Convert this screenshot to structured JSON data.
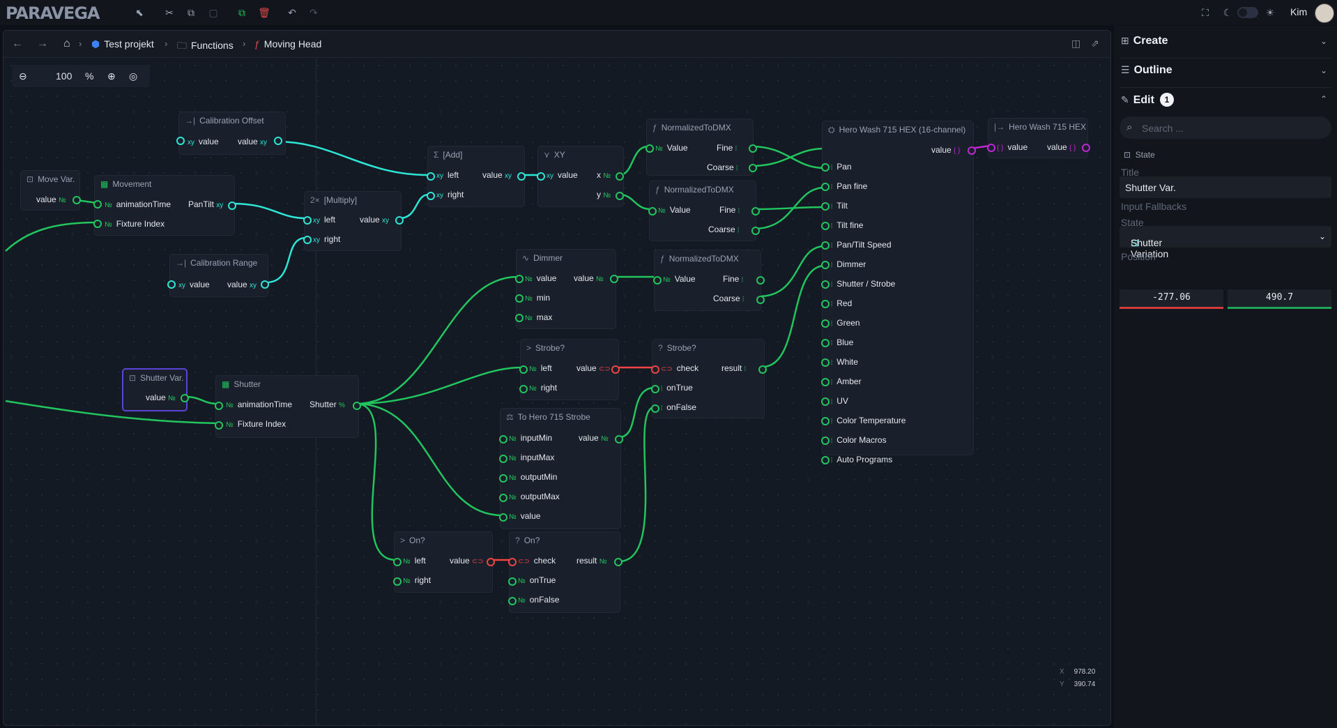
{
  "app": {
    "logo": "PARAVEGA",
    "user": "Kim"
  },
  "toolbar": {
    "select_icon": "cursor-icon",
    "cut_icon": "scissors-icon",
    "copy_icon": "copy-icon",
    "paste_icon": "paste-icon",
    "duplicate_icon": "duplicate-icon",
    "delete_icon": "trash-icon",
    "undo_icon": "undo-icon",
    "redo_icon": "redo-icon"
  },
  "breadcrumb": {
    "items": [
      "Test projekt",
      "Functions",
      "Moving Head"
    ]
  },
  "zoom": {
    "value": "100",
    "unit": "%"
  },
  "cursor": {
    "x_label": "X",
    "x": "978.20",
    "y_label": "Y",
    "y": "390.74"
  },
  "nodes": {
    "calib_offset": {
      "title": "Calibration Offset",
      "in": "value",
      "out": "value"
    },
    "move_var": {
      "title": "Move Var.",
      "out": "value"
    },
    "movement": {
      "title": "Movement",
      "in1": "animationTime",
      "in2": "Fixture Index",
      "out": "PanTilt"
    },
    "multiply": {
      "title": "[Multiply]",
      "in1": "left",
      "in2": "right",
      "out": "value"
    },
    "calib_range": {
      "title": "Calibration Range",
      "in": "value",
      "out": "value"
    },
    "add": {
      "title": "[Add]",
      "in1": "left",
      "in2": "right",
      "out": "value"
    },
    "xy": {
      "title": "XY",
      "in": "value",
      "out1": "x",
      "out2": "y"
    },
    "norm1": {
      "title": "NormalizedToDMX",
      "in": "Value",
      "out1": "Fine",
      "out2": "Coarse"
    },
    "norm2": {
      "title": "NormalizedToDMX",
      "in": "Value",
      "out1": "Fine",
      "out2": "Coarse"
    },
    "norm3": {
      "title": "NormalizedToDMX",
      "in": "Value",
      "out1": "Fine",
      "out2": "Coarse"
    },
    "dimmer": {
      "title": "Dimmer",
      "in1": "value",
      "in2": "min",
      "in3": "max",
      "out": "value"
    },
    "strobe_cmp": {
      "title": "Strobe?",
      "in1": "left",
      "in2": "right",
      "out": "value"
    },
    "strobe_sel": {
      "title": "Strobe?",
      "in1": "check",
      "in2": "onTrue",
      "in3": "onFalse",
      "out": "result"
    },
    "shutter_var": {
      "title": "Shutter Var.",
      "out": "value"
    },
    "shutter": {
      "title": "Shutter",
      "in1": "animationTime",
      "in2": "Fixture Index",
      "out": "Shutter"
    },
    "to_strobe": {
      "title": "To Hero 715 Strobe",
      "in": [
        "inputMin",
        "inputMax",
        "outputMin",
        "outputMax",
        "value"
      ],
      "out": "value"
    },
    "on_cmp": {
      "title": "On?",
      "in1": "left",
      "in2": "right",
      "out": "value"
    },
    "on_sel": {
      "title": "On?",
      "in1": "check",
      "in2": "onTrue",
      "in3": "onFalse",
      "out": "result"
    },
    "hero": {
      "title": "Hero Wash 715 HEX (16-channel)",
      "out": "value",
      "channels": [
        "Pan",
        "Pan fine",
        "Tilt",
        "Tilt fine",
        "Pan/Tilt Speed",
        "Dimmer",
        "Shutter / Strobe",
        "Red",
        "Green",
        "Blue",
        "White",
        "Amber",
        "UV",
        "Color Temperature",
        "Color Macros",
        "Auto Programs"
      ]
    },
    "hero_out": {
      "title": "Hero Wash 715 HEX",
      "in": "value",
      "out": "value"
    }
  },
  "panel": {
    "create": "Create",
    "outline": "Outline",
    "edit": "Edit",
    "edit_count": "1",
    "search_placeholder": "Search ...",
    "type": "State",
    "title_label": "Title",
    "title_value": "Shutter Var.",
    "fallbacks_label": "Input Fallbacks",
    "state_label": "State",
    "state_value": "Shutter Variation",
    "position_label": "Position",
    "pos_x": "-277.06",
    "pos_y": "490.7"
  },
  "colors": {
    "number": "#22c55e",
    "vector": "#2ee6d6",
    "boolean": "#ef4444",
    "object": "#c026d3",
    "selection": "#5b43d6"
  }
}
